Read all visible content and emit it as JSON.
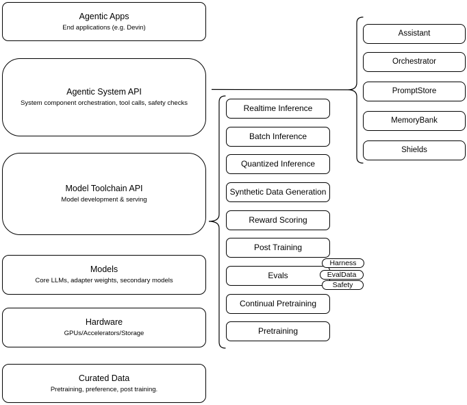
{
  "left_stack": [
    {
      "title": "Agentic Apps",
      "subtitle": "End applications (e.g. Devin)"
    },
    {
      "title": "Agentic System API",
      "subtitle": "System component orchestration, tool calls, safety checks"
    },
    {
      "title": "Model Toolchain API",
      "subtitle": "Model development & serving"
    },
    {
      "title": "Models",
      "subtitle": "Core LLMs, adapter weights, secondary models"
    },
    {
      "title": "Hardware",
      "subtitle": "GPUs/Accelerators/Storage"
    },
    {
      "title": "Curated Data",
      "subtitle": "Pretraining, preference, post training."
    }
  ],
  "toolchain": {
    "items": [
      "Realtime Inference",
      "Batch Inference",
      "Quantized Inference",
      "Synthetic Data Generation",
      "Reward Scoring",
      "Post Training",
      "Evals",
      "Continual Pretraining",
      "Pretraining"
    ]
  },
  "eval_tags": [
    "Harness",
    "EvalData",
    "Safety"
  ],
  "components": [
    "Assistant",
    "Orchestrator",
    "PromptStore",
    "MemoryBank",
    "Shields"
  ],
  "colors": {
    "stroke": "#000000",
    "fill": "#ffffff",
    "text": "#000000"
  }
}
